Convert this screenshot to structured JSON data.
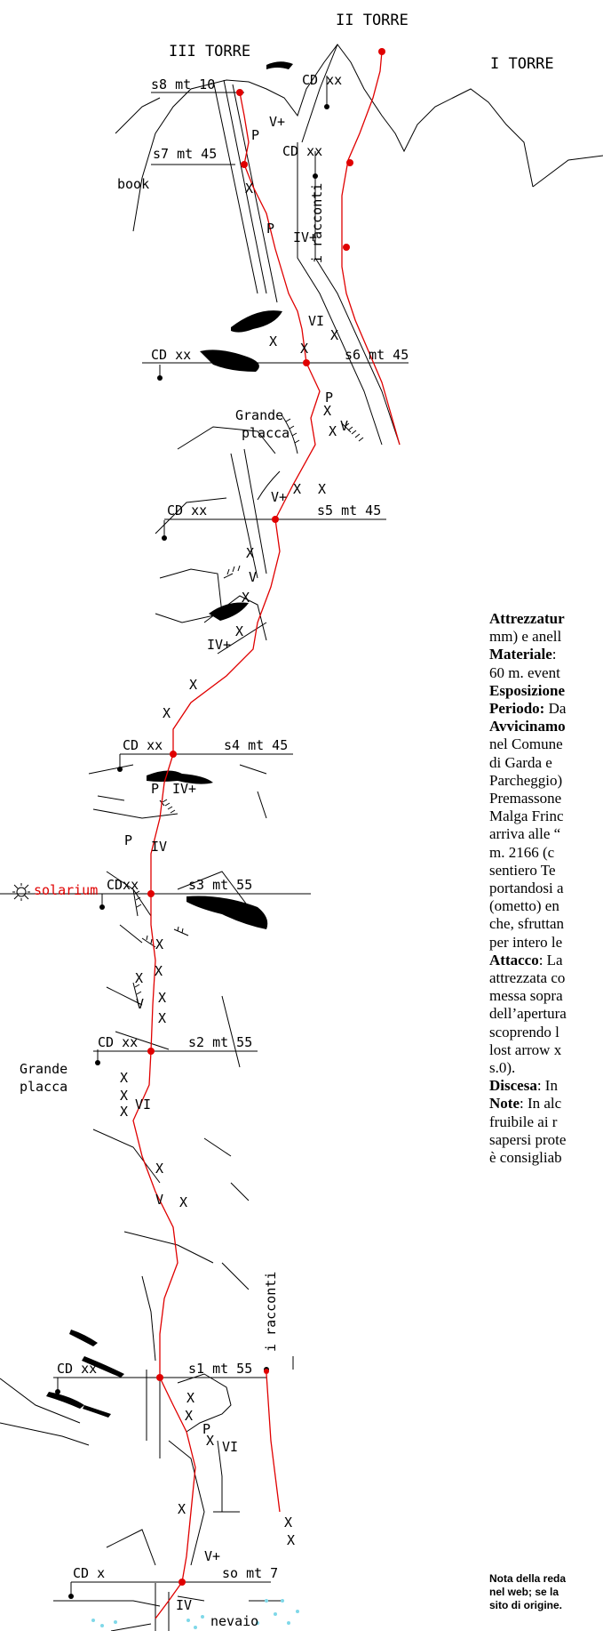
{
  "towers": {
    "t2": "II TORRE",
    "t3": "III TORRE",
    "t1": "I TORRE"
  },
  "belays": {
    "s8": "s8 mt 10",
    "s7": "s7 mt 45",
    "s6": "s6 mt 45",
    "s5": "s5 mt 45",
    "s4": "s4 mt 45",
    "s3": "s3 mt 55",
    "s2": "s2 mt 55",
    "s1": "s1 mt 55",
    "s0": "so mt 7"
  },
  "cd": {
    "cd8": "CD xx",
    "cd7": "CD xx",
    "cd6": "CD xx",
    "cd5": "CD xx",
    "cd4": "CD xx",
    "cd3": "CDxx",
    "cd2": "CD xx",
    "cd1": "CD xx",
    "cd0": "CD  x"
  },
  "labels": {
    "book": "book",
    "racconti_top": "i racconti",
    "racconti_bottom": "i racconti",
    "grande_placca_1": "Grande",
    "grande_placca_2": "placca",
    "grande_placca_l1": "Grande",
    "grande_placca_l2": "placca",
    "solarium": "solarium",
    "nevaio": "nevaio"
  },
  "grades": {
    "g_v_top": "V+",
    "g_p_top": "P",
    "g_x_top": "X",
    "g_p2": "P",
    "g_iv_top": "IV+",
    "g_vi_6": "VI",
    "g_x6a": "X",
    "g_x6b": "X",
    "g_x6c": "X",
    "g_p5": "P",
    "g_x5": "X",
    "g_v5": "X",
    "g_v5b": "V",
    "g_x5c": "X",
    "g_x5d": "X",
    "g_v5plus": "V+",
    "g_x4a": "X",
    "g_v4": "V",
    "g_x4b": "X",
    "g_iv4": "IV+",
    "g_x4c": "X",
    "g_x4d": "X",
    "g_x4e": "X",
    "g_p4": "P",
    "g_iv4b": "IV+",
    "g_p3": "P",
    "g_iv3": "IV",
    "g_x3a": "X",
    "g_x3b": "X",
    "g_x3c": "X",
    "g_v3": "V",
    "g_x3d": "X",
    "g_x3e": "X",
    "g_x2a": "X",
    "g_x2b": "X",
    "g_x2c": "X",
    "g_vi2": "VI",
    "g_x2d": "X",
    "g_v2": "V",
    "g_x2e": "X",
    "g_x1a": "X",
    "g_x1b": "X",
    "g_p1": "P",
    "g_x1c": "X",
    "g_vi1": "VI",
    "g_x1d": "X",
    "g_v0": "V+",
    "g_iv0": "IV",
    "g_x0a": "X",
    "g_x0b": "X"
  },
  "colors": {
    "route": "#e00000",
    "rock": "#000000",
    "nevaio": "#7fd8e8"
  },
  "text_right": [
    {
      "bold": "Attrezzatur",
      "rest": ""
    },
    {
      "bold": "",
      "rest": "mm) e anell"
    },
    {
      "bold": "Materiale",
      "rest": ":"
    },
    {
      "bold": "",
      "rest": "60 m. event"
    },
    {
      "bold": "Esposizione",
      "rest": ""
    },
    {
      "bold": "Periodo:",
      "rest": " Da"
    },
    {
      "bold": "Avvicinamo",
      "rest": ""
    },
    {
      "bold": "",
      "rest": "nel Comune"
    },
    {
      "bold": "",
      "rest": "di  Garda  e"
    },
    {
      "bold": "",
      "rest": "Parcheggio)"
    },
    {
      "bold": "",
      "rest": "Premassone"
    },
    {
      "bold": "",
      "rest": "Malga Frinc"
    },
    {
      "bold": "",
      "rest": "arriva alle “"
    },
    {
      "bold": "",
      "rest": "m.  2166  (c"
    },
    {
      "bold": "",
      "rest": "sentiero   Te"
    },
    {
      "bold": "",
      "rest": "portandosi  a"
    },
    {
      "bold": "",
      "rest": "(ometto) en"
    },
    {
      "bold": "",
      "rest": "che, sfruttan"
    },
    {
      "bold": "",
      "rest": "per intero le"
    },
    {
      "bold": "Attacco",
      "rest": ": La"
    },
    {
      "bold": "",
      "rest": "attrezzata co"
    },
    {
      "bold": "",
      "rest": "messa sopra"
    },
    {
      "bold": "",
      "rest": "dell’apertura"
    },
    {
      "bold": "",
      "rest": "scoprendo l"
    },
    {
      "bold": "",
      "rest": "lost arrow x"
    },
    {
      "bold": "",
      "rest": "s.0)."
    },
    {
      "bold": "Discesa",
      "rest": ": In"
    },
    {
      "bold": "Note",
      "rest": ": In alc"
    },
    {
      "bold": "",
      "rest": "fruibile ai r"
    },
    {
      "bold": "",
      "rest": "sapersi prote"
    },
    {
      "bold": "",
      "rest": "è consigliab"
    }
  ],
  "note_bottom": [
    "Nota della reda",
    "nel web; se la",
    "sito di origine."
  ]
}
